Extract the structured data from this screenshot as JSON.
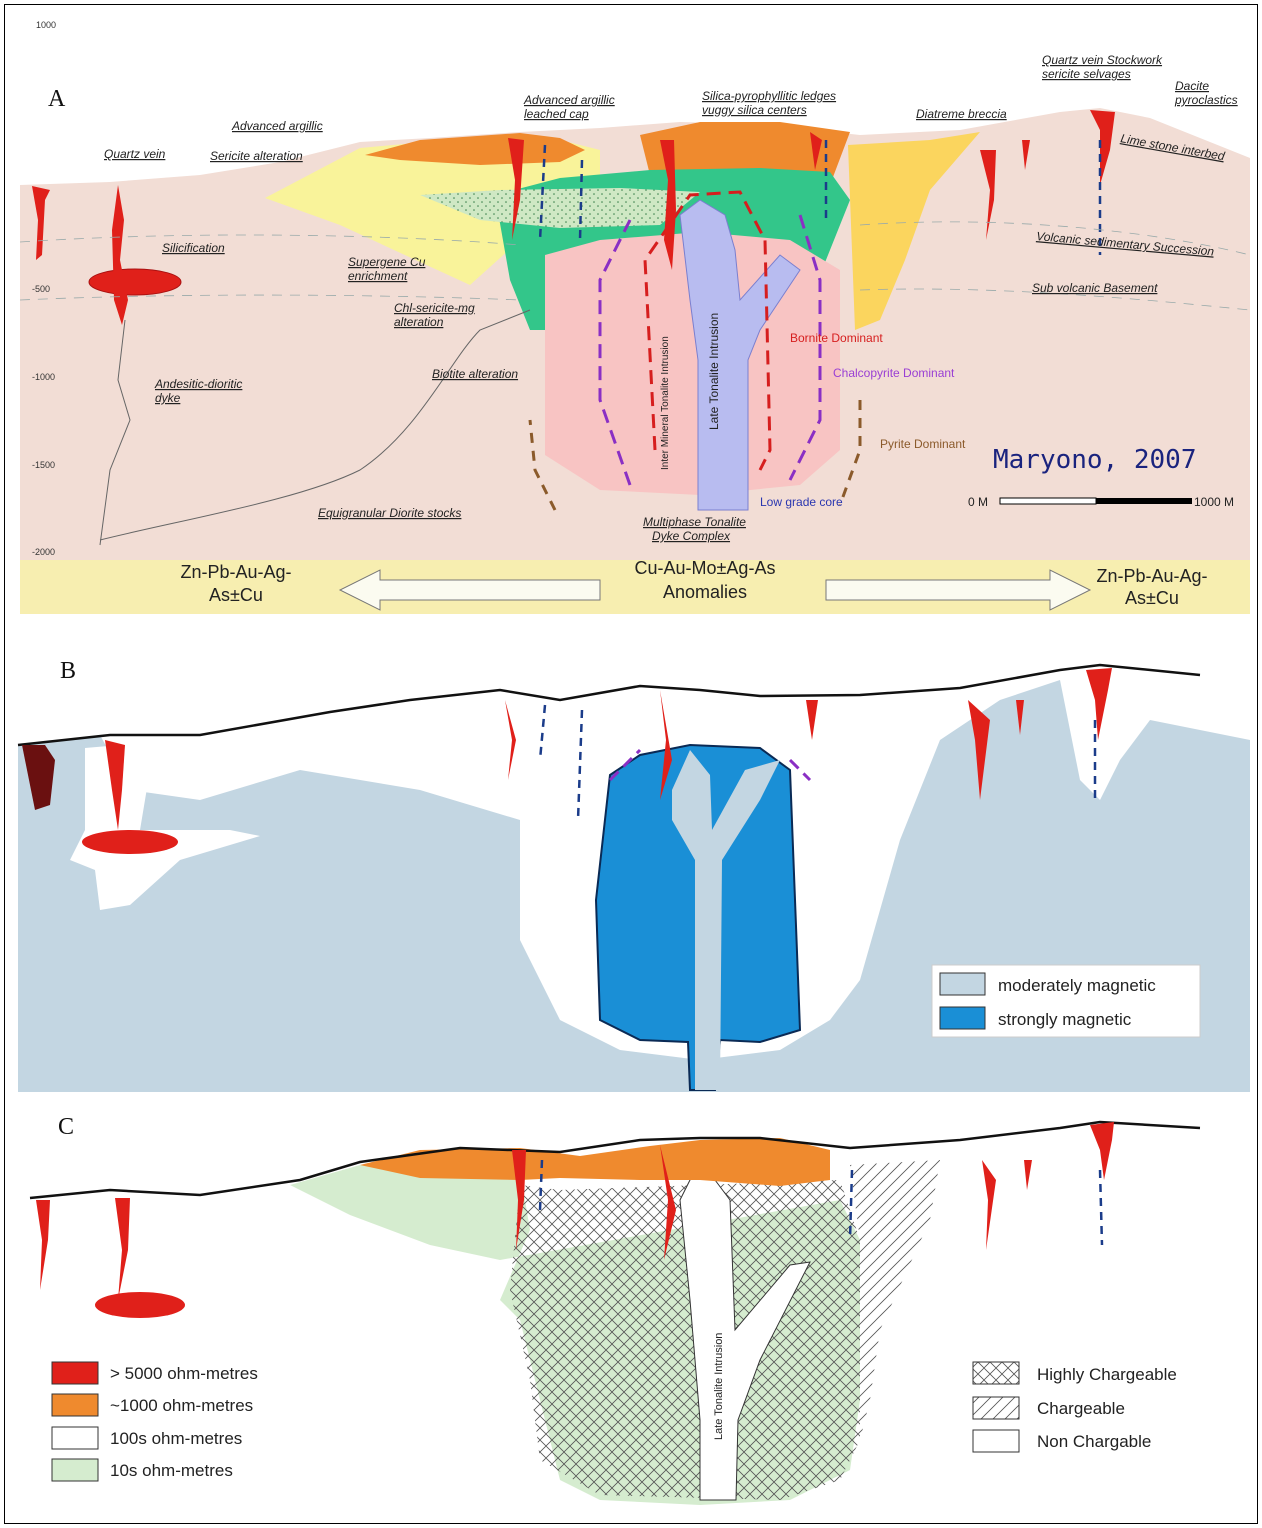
{
  "panel_a": {
    "letter": "A",
    "top_tick": "1000",
    "depth_ticks": [
      "-500",
      "-1000",
      "-1500",
      "-2000"
    ],
    "labels": {
      "quartz_vein_stockwork": "Quartz vein Stockwork",
      "sericite_selvages": "sericite selvages",
      "dacite": "Dacite",
      "pyroclastics": "pyroclastics",
      "advanced_argillic_leached": "Advanced argillic",
      "leached_cap": "leached cap",
      "silica_ledges": "Silica-pyrophyllitic ledges",
      "vuggy_silica": "vuggy silica centers",
      "diatreme": "Diatreme breccia",
      "limestone": "Lime stone interbed",
      "advanced_argillic": "Advanced argillic",
      "quartz_vein": "Quartz vein",
      "sericite_alteration": "Sericite alteration",
      "silicification": "Silicification",
      "supergene_1": "Supergene Cu",
      "supergene_2": "enrichment",
      "chl_sericite_1": "Chl-sericite-mg",
      "chl_sericite_2": "alteration",
      "volcanic_seq": "Volcanic sedimentary Succession",
      "sub_volcanic": "Sub volcanic Basement",
      "biotite": "Biotite alteration",
      "andesitic_1": "Andesitic-dioritic",
      "andesitic_2": "dyke",
      "bornite": "Bornite Dominant",
      "chalcopyrite": "Chalcopyrite Dominant",
      "pyrite": "Pyrite Dominant",
      "low_grade": "Low grade core",
      "late_tonalite": "Late Tonalite Intrusion",
      "inter_mineral": "Inter Mineral Tonalite Intrusion",
      "multiphase_1": "Multiphase Tonalite",
      "multiphase_2": "Dyke Complex",
      "equigranular": "Equigranular Diorite stocks",
      "author": "Maryono, 2007",
      "scale_start": "0 M",
      "scale_end": "1000 M",
      "zone_left_1": "Zn-Pb-Au-Ag-",
      "zone_left_2": "As±Cu",
      "zone_center_1": "Cu-Au-Mo±Ag-As",
      "zone_center_2": "Anomalies",
      "zone_right_1": "Zn-Pb-Au-Ag-",
      "zone_right_2": "As±Cu"
    }
  },
  "panel_b": {
    "letter": "B",
    "legend": [
      {
        "label": "moderately magnetic",
        "color": "#c3d6e2"
      },
      {
        "label": "strongly magnetic",
        "color": "#1a8fd6"
      }
    ]
  },
  "panel_c": {
    "letter": "C",
    "late_tonalite": "Late Tonalite Intrusion",
    "resistivity_legend": [
      {
        "label": "> 5000 ohm-metres",
        "color": "#e0201a"
      },
      {
        "label": "~1000 ohm-metres",
        "color": "#ef8a2e"
      },
      {
        "label": "100s ohm-metres",
        "color": "#ffffff"
      },
      {
        "label": "10s ohm-metres",
        "color": "#d5eccf"
      }
    ],
    "chargeability_legend": [
      {
        "label": "Highly Chargeable",
        "pattern": "crosshatch"
      },
      {
        "label": "Chargeable",
        "pattern": "hatch"
      },
      {
        "label": "Non Chargable",
        "pattern": "none"
      }
    ]
  }
}
